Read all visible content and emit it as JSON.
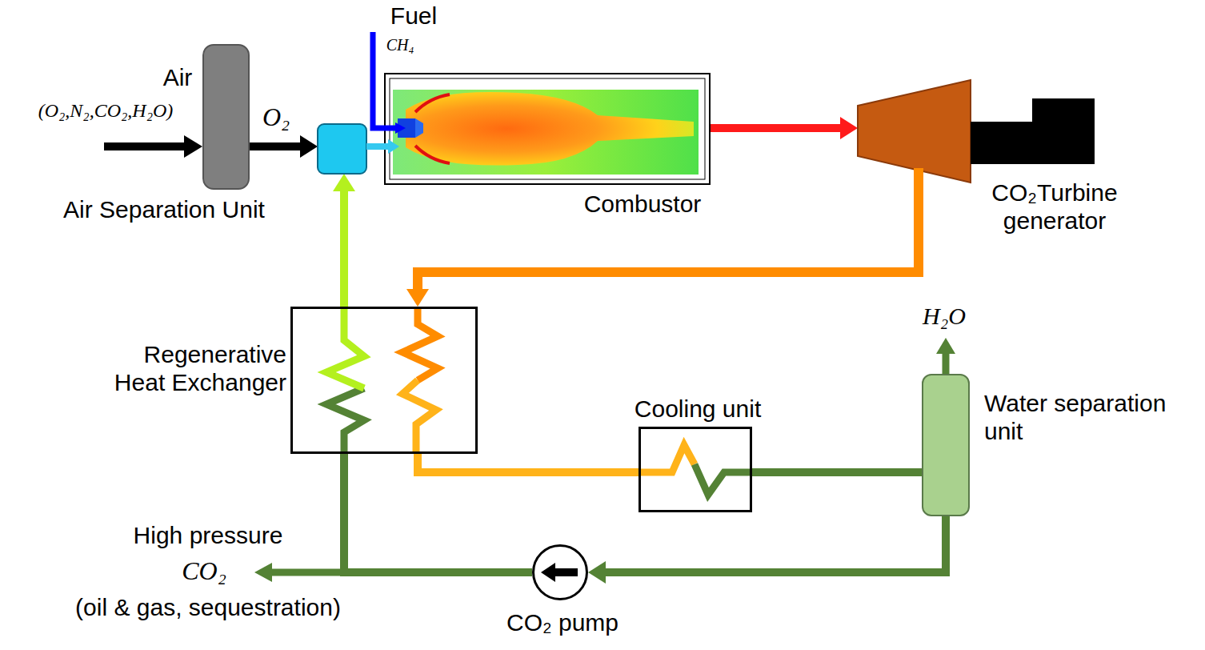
{
  "diagram": {
    "nodes": [
      {
        "text": [
          "Air Separation Unit"
        ]
      },
      {
        "text": [
          "Combustor"
        ]
      },
      {
        "text": [
          "CO₂Turbine generator"
        ]
      },
      {
        "text": [
          "Regenerative Heat Exchanger"
        ]
      },
      {
        "text": [
          "Cooling unit"
        ]
      },
      {
        "text": [
          "Water separation unit"
        ]
      },
      {
        "text": [
          "CO₂ pump"
        ]
      }
    ],
    "edges": [
      {
        "from": 0,
        "to": 1,
        "arrow": "to",
        "label": "O₂"
      },
      {
        "from": 1,
        "to": 2,
        "arrow": "to"
      },
      {
        "from": 2,
        "to": 3,
        "arrow": "to"
      },
      {
        "from": 3,
        "to": 4,
        "arrow": "none"
      },
      {
        "from": 4,
        "to": 5,
        "arrow": "none"
      },
      {
        "from": 5,
        "to": 6,
        "arrow": "to"
      },
      {
        "from": 6,
        "to": 3,
        "arrow": "none"
      },
      {
        "from": 3,
        "to": 1,
        "arrow": "to"
      }
    ],
    "labels": [
      "Air",
      "(O₂,N₂,CO₂,H₂O)",
      "Fuel",
      "CH₄",
      "H₂O",
      "High pressure",
      "CO₂",
      "(oil & gas, sequestration)"
    ]
  }
}
